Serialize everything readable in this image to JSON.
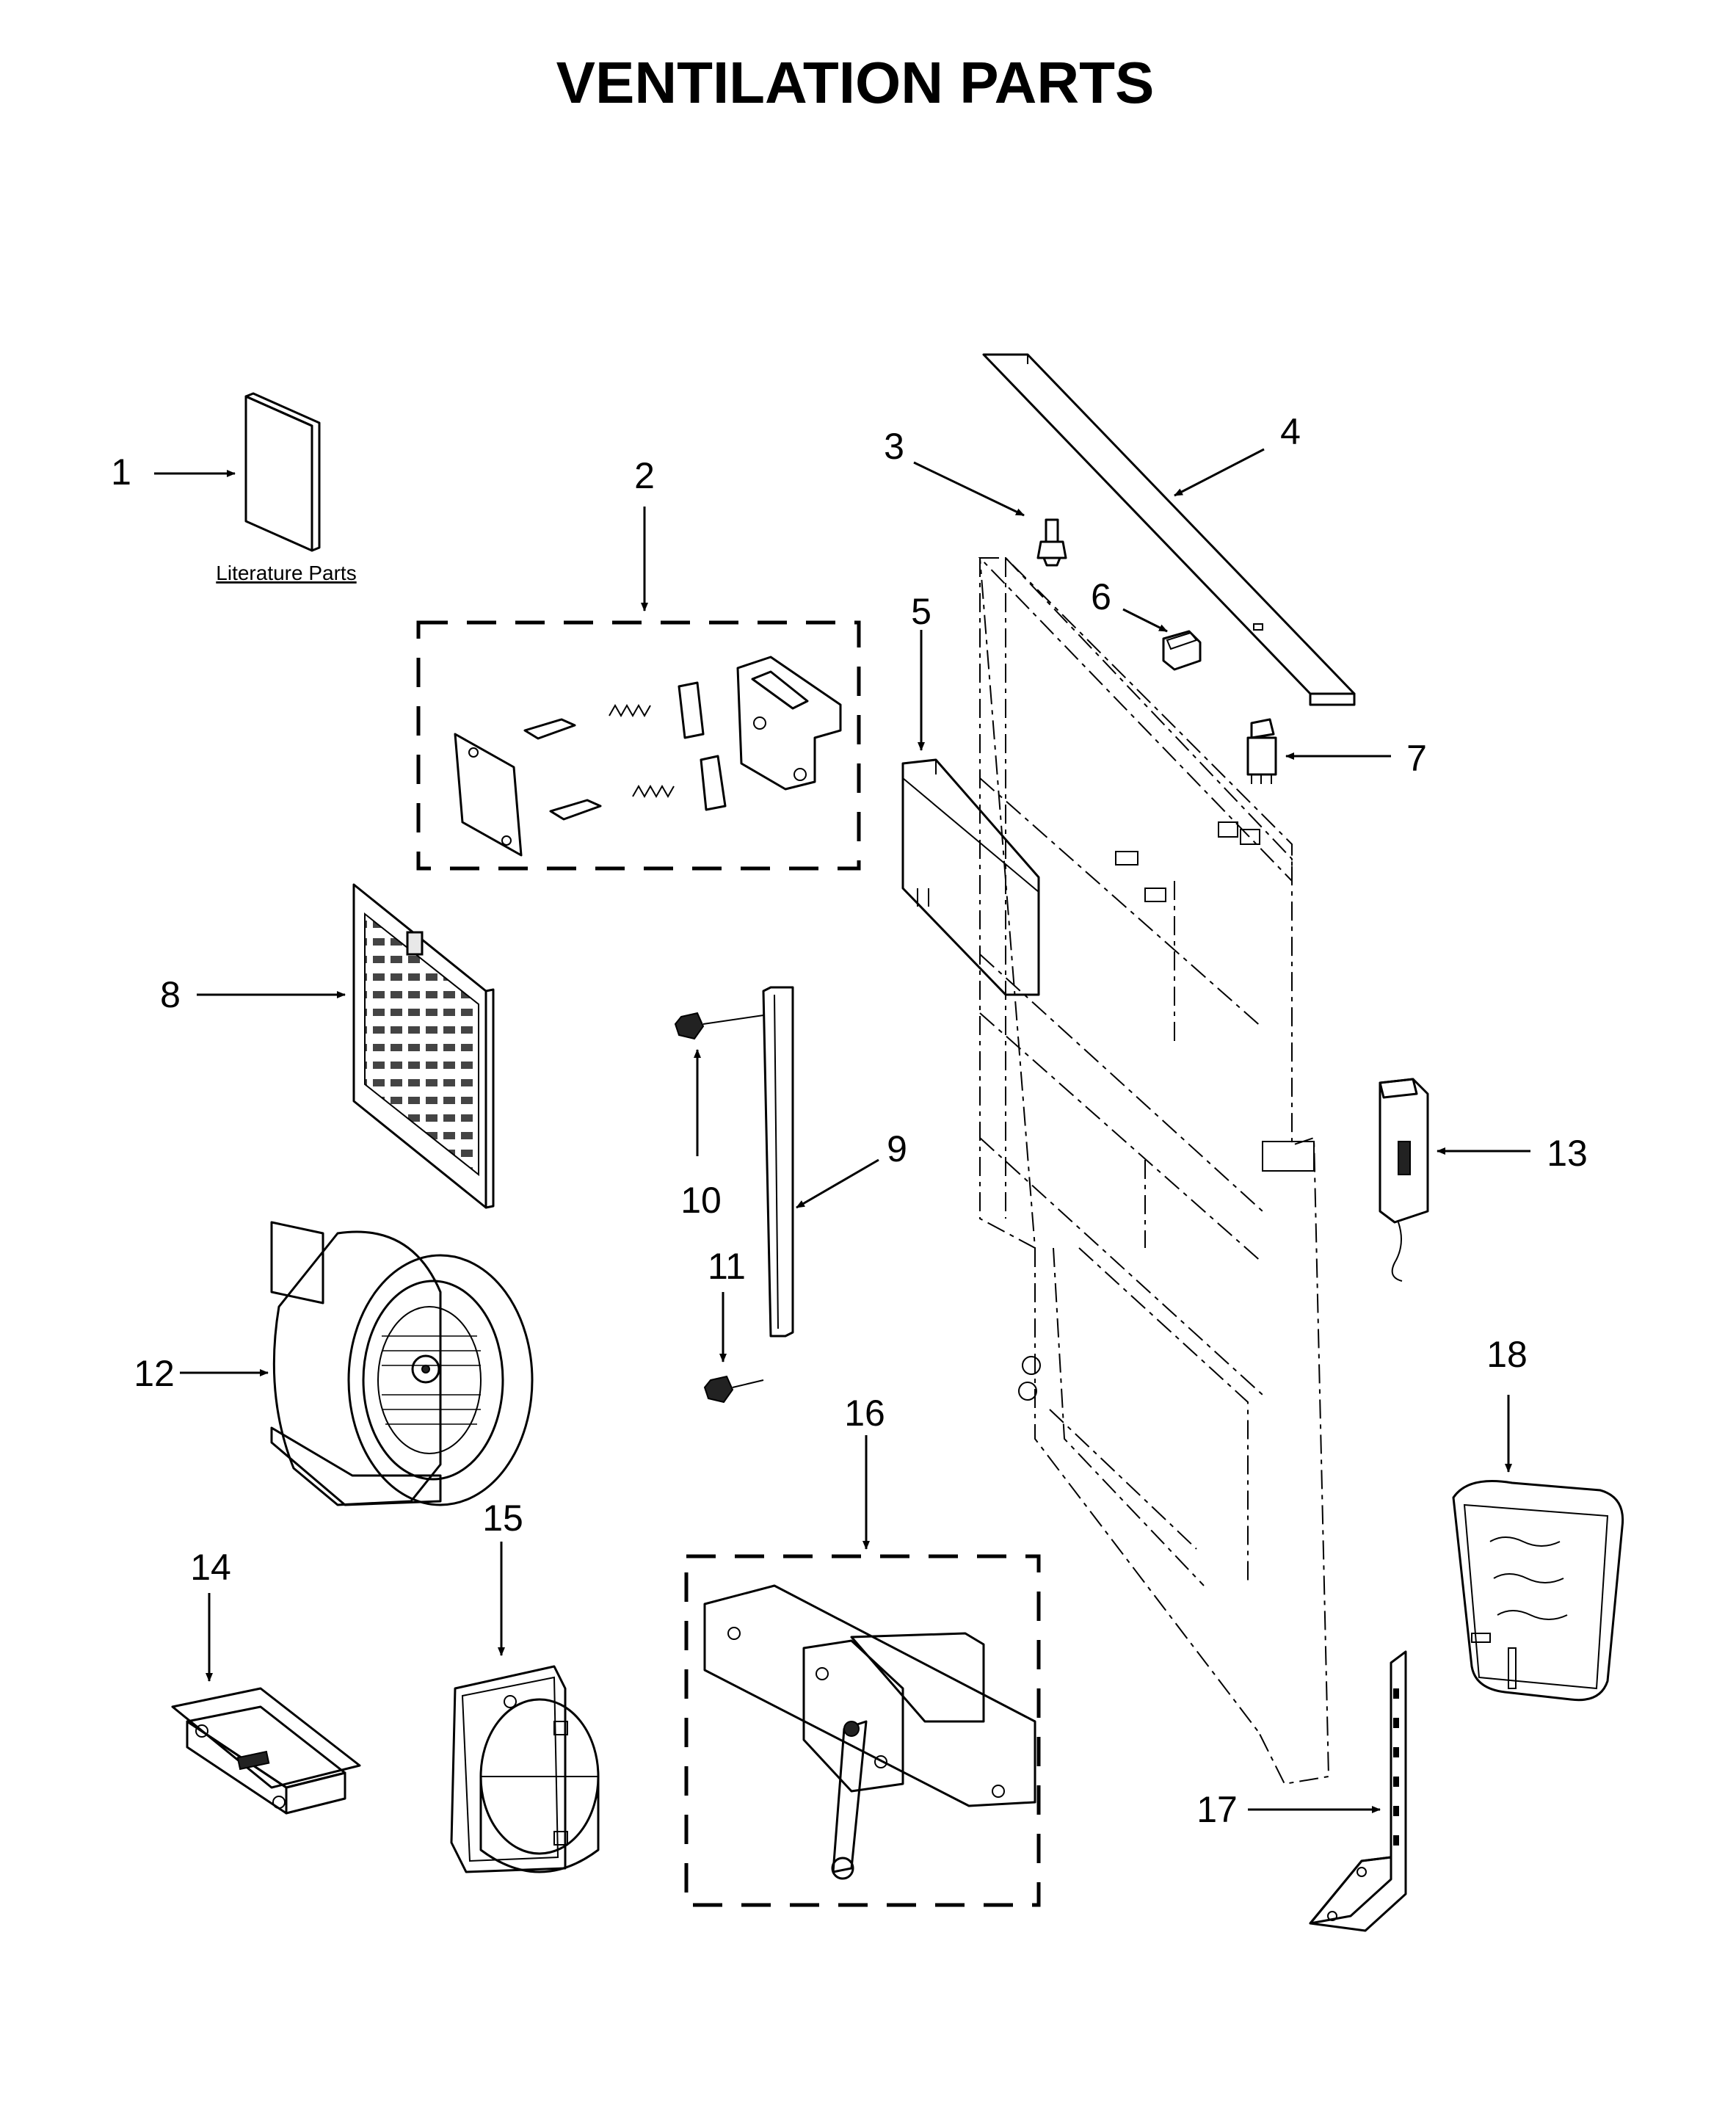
{
  "title": "VENTILATION PARTS",
  "literature_label": "Literature Parts",
  "callouts": [
    "1",
    "2",
    "3",
    "4",
    "5",
    "6",
    "7",
    "8",
    "9",
    "10",
    "11",
    "12",
    "13",
    "14",
    "15",
    "16",
    "17",
    "18"
  ]
}
